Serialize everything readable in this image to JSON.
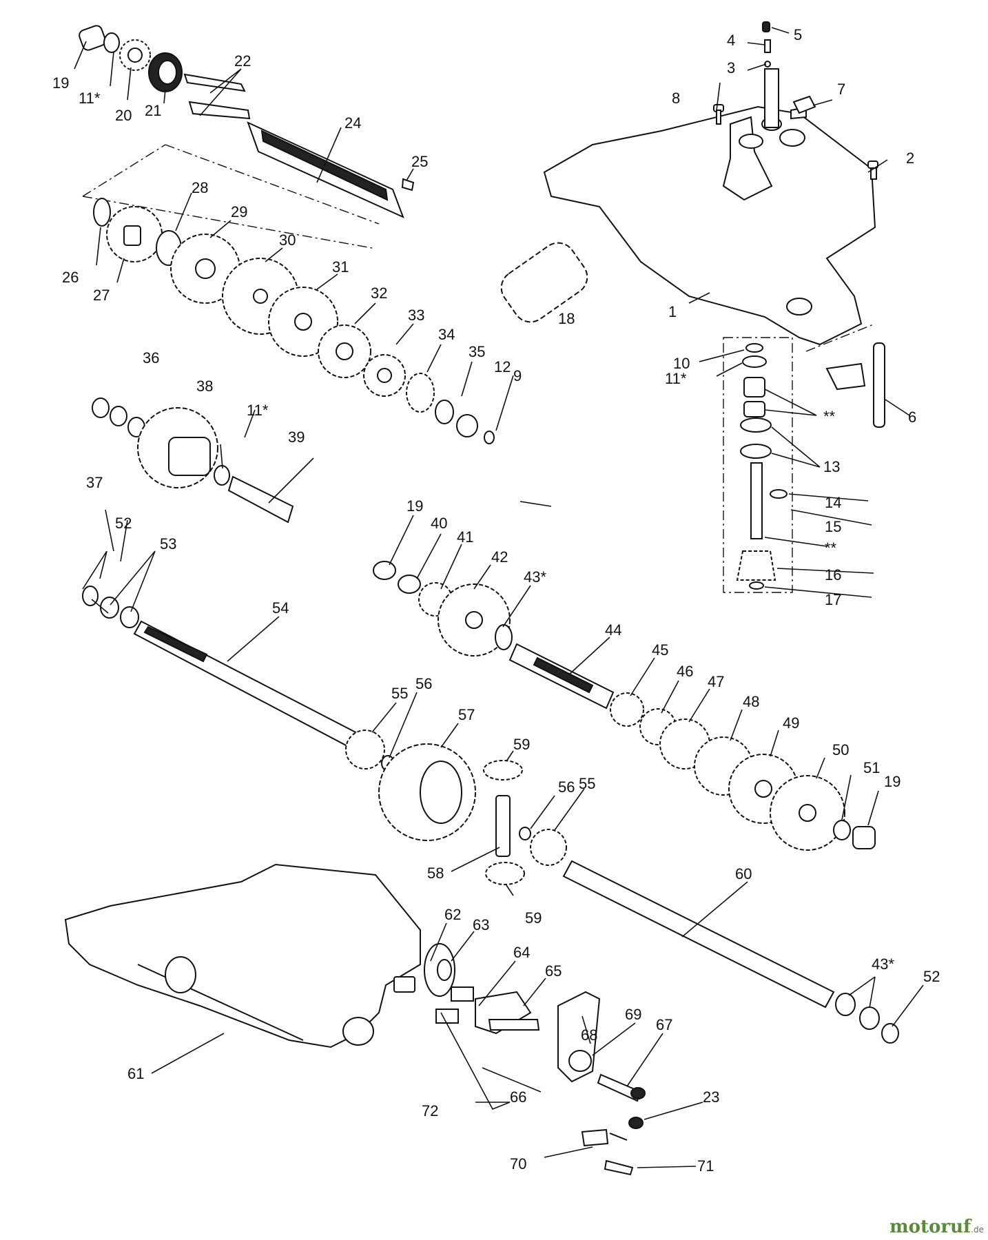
{
  "callouts": [
    {
      "id": "1",
      "label": "1"
    },
    {
      "id": "2",
      "label": "2"
    },
    {
      "id": "3",
      "label": "3"
    },
    {
      "id": "4",
      "label": "4"
    },
    {
      "id": "5",
      "label": "5"
    },
    {
      "id": "6",
      "label": "6"
    },
    {
      "id": "7",
      "label": "7"
    },
    {
      "id": "8",
      "label": "8"
    },
    {
      "id": "9",
      "label": "9"
    },
    {
      "id": "10",
      "label": "10"
    },
    {
      "id": "11a",
      "label": "11*"
    },
    {
      "id": "11b",
      "label": "11*"
    },
    {
      "id": "11c",
      "label": "11*"
    },
    {
      "id": "12",
      "label": "12"
    },
    {
      "id": "13",
      "label": "13"
    },
    {
      "id": "14",
      "label": "14"
    },
    {
      "id": "15",
      "label": "15"
    },
    {
      "id": "starA",
      "label": "**"
    },
    {
      "id": "starB",
      "label": "**"
    },
    {
      "id": "16",
      "label": "16"
    },
    {
      "id": "17",
      "label": "17"
    },
    {
      "id": "18",
      "label": "18"
    },
    {
      "id": "19a",
      "label": "19"
    },
    {
      "id": "19b",
      "label": "19"
    },
    {
      "id": "19c",
      "label": "19"
    },
    {
      "id": "20",
      "label": "20"
    },
    {
      "id": "21",
      "label": "21"
    },
    {
      "id": "22",
      "label": "22"
    },
    {
      "id": "23",
      "label": "23"
    },
    {
      "id": "24",
      "label": "24"
    },
    {
      "id": "25",
      "label": "25"
    },
    {
      "id": "26",
      "label": "26"
    },
    {
      "id": "27",
      "label": "27"
    },
    {
      "id": "28",
      "label": "28"
    },
    {
      "id": "29",
      "label": "29"
    },
    {
      "id": "30",
      "label": "30"
    },
    {
      "id": "31",
      "label": "31"
    },
    {
      "id": "32",
      "label": "32"
    },
    {
      "id": "33",
      "label": "33"
    },
    {
      "id": "34",
      "label": "34"
    },
    {
      "id": "35",
      "label": "35"
    },
    {
      "id": "36",
      "label": "36"
    },
    {
      "id": "37",
      "label": "37"
    },
    {
      "id": "38",
      "label": "38"
    },
    {
      "id": "39",
      "label": "39"
    },
    {
      "id": "40",
      "label": "40"
    },
    {
      "id": "41",
      "label": "41"
    },
    {
      "id": "42",
      "label": "42"
    },
    {
      "id": "43a",
      "label": "43*"
    },
    {
      "id": "43b",
      "label": "43*"
    },
    {
      "id": "44",
      "label": "44"
    },
    {
      "id": "45",
      "label": "45"
    },
    {
      "id": "46",
      "label": "46"
    },
    {
      "id": "47",
      "label": "47"
    },
    {
      "id": "48",
      "label": "48"
    },
    {
      "id": "49",
      "label": "49"
    },
    {
      "id": "50",
      "label": "50"
    },
    {
      "id": "51",
      "label": "51"
    },
    {
      "id": "52a",
      "label": "52"
    },
    {
      "id": "52b",
      "label": "52"
    },
    {
      "id": "53",
      "label": "53"
    },
    {
      "id": "54",
      "label": "54"
    },
    {
      "id": "55a",
      "label": "55"
    },
    {
      "id": "55b",
      "label": "55"
    },
    {
      "id": "56a",
      "label": "56"
    },
    {
      "id": "56b",
      "label": "56"
    },
    {
      "id": "57",
      "label": "57"
    },
    {
      "id": "58",
      "label": "58"
    },
    {
      "id": "59a",
      "label": "59"
    },
    {
      "id": "59b",
      "label": "59"
    },
    {
      "id": "60",
      "label": "60"
    },
    {
      "id": "61",
      "label": "61"
    },
    {
      "id": "62",
      "label": "62"
    },
    {
      "id": "63",
      "label": "63"
    },
    {
      "id": "64",
      "label": "64"
    },
    {
      "id": "65",
      "label": "65"
    },
    {
      "id": "66",
      "label": "66"
    },
    {
      "id": "67",
      "label": "67"
    },
    {
      "id": "68",
      "label": "68"
    },
    {
      "id": "69",
      "label": "69"
    },
    {
      "id": "70",
      "label": "70"
    },
    {
      "id": "71",
      "label": "71"
    },
    {
      "id": "72",
      "label": "72"
    }
  ],
  "watermark": {
    "brand": "motoruf",
    "tld": ".de"
  }
}
